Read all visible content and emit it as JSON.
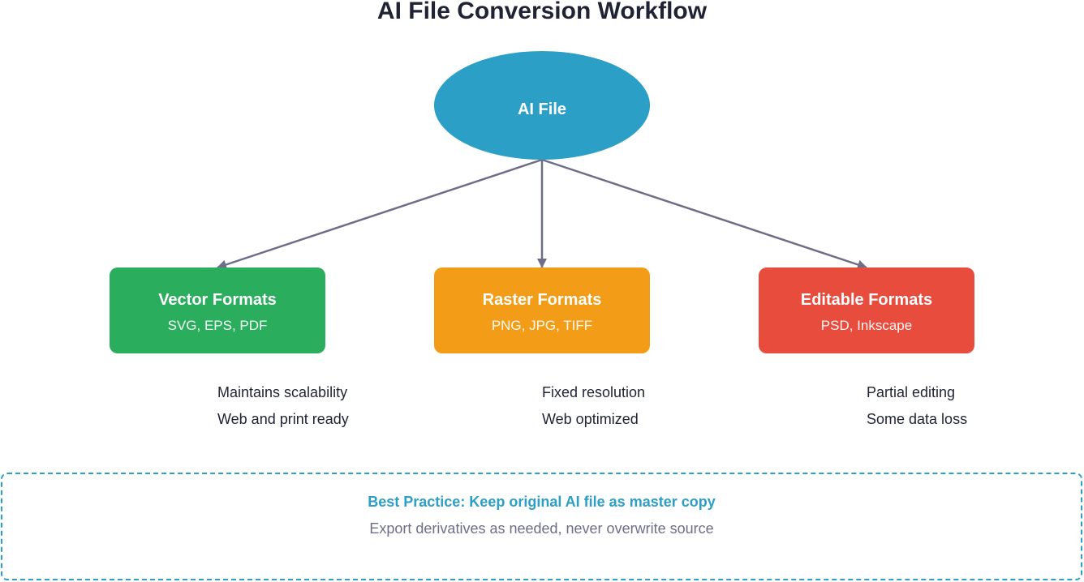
{
  "title": "AI File Conversion Workflow",
  "source": {
    "label": "AI File",
    "color": "#2c9fc6"
  },
  "targets": [
    {
      "title": "Vector Formats",
      "formats": "SVG, EPS, PDF",
      "color": "#2aae5e",
      "notes": [
        "Maintains scalability",
        "Web and print ready"
      ]
    },
    {
      "title": "Raster Formats",
      "formats": "PNG, JPG, TIFF",
      "color": "#f39c17",
      "notes": [
        "Fixed resolution",
        "Web optimized"
      ]
    },
    {
      "title": "Editable Formats",
      "formats": "PSD, Inkscape",
      "color": "#e84c3d",
      "notes": [
        "Partial editing",
        "Some data loss"
      ]
    }
  ],
  "best_practice": {
    "title": "Best Practice: Keep original AI file as master copy",
    "subtitle": "Export derivatives as needed, never overwrite source"
  },
  "colors": {
    "connector": "#6e6e88",
    "text": "#1f2333",
    "accent": "#2c9fc6",
    "muted": "#6e6e88"
  }
}
